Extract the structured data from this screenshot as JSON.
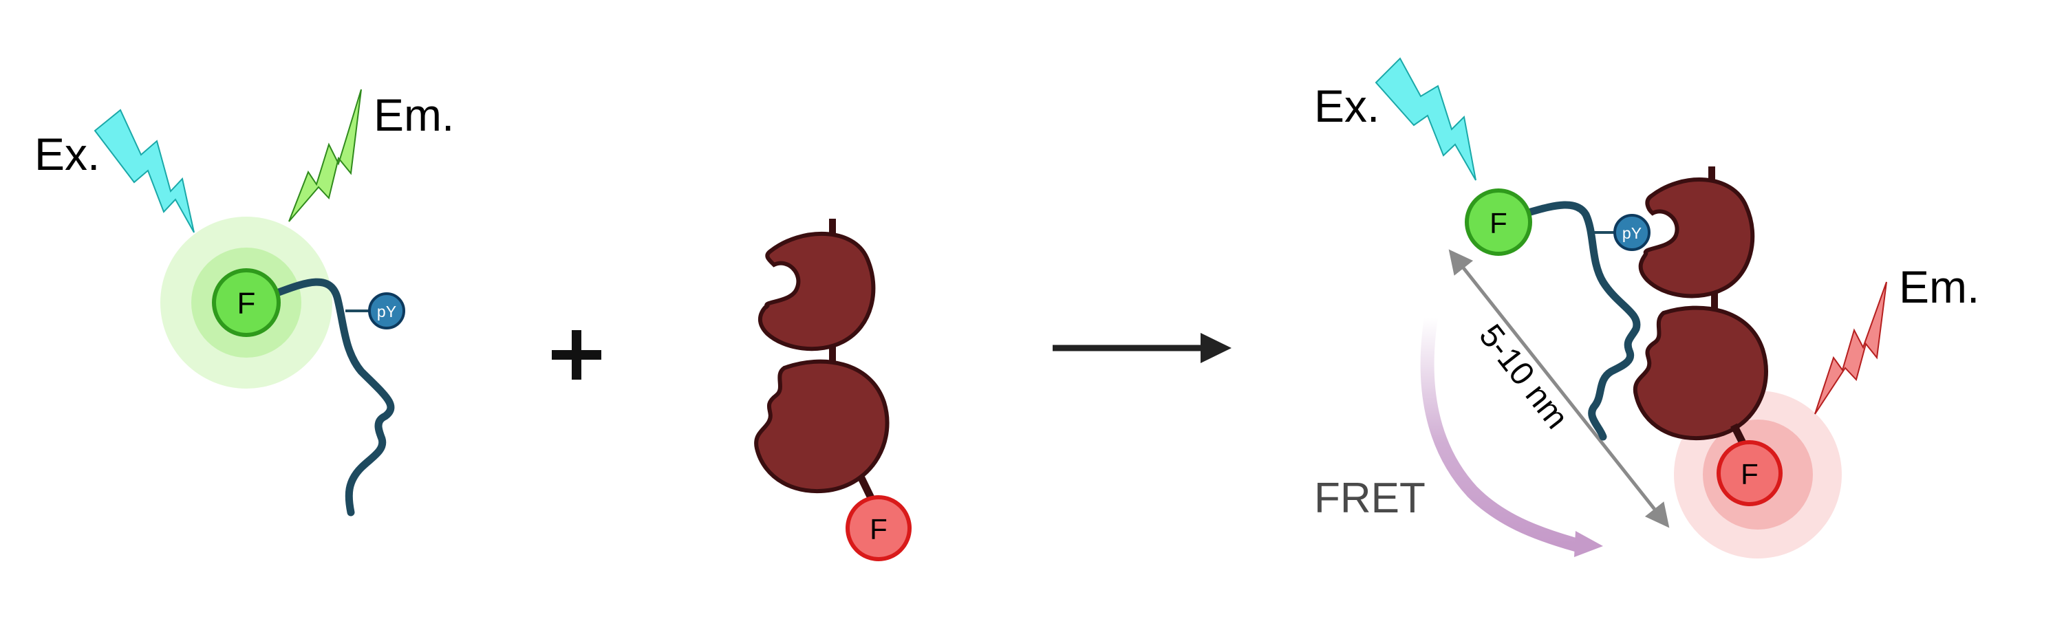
{
  "labels": {
    "ex_left": "Ex.",
    "em_left": "Em.",
    "ex_right": "Ex.",
    "em_right": "Em.",
    "fret": "FRET",
    "distance": "5-10 nm",
    "fluor_donor": "F",
    "fluor_acceptor": "F",
    "phospho": "pY"
  },
  "operators": {
    "plus": "+"
  },
  "colors": {
    "protein": "#7f2a2a",
    "protein_outline": "#3a0e10",
    "linker": "#1e4a5f",
    "donor": "#66e04c",
    "donor_glow": "#9ff07a",
    "acceptor": "#f27070",
    "acceptor_outline": "#d91a1a",
    "acceptor_glow": "#f7a6a6",
    "phospho": "#2e7fb0",
    "excitation_bolt": "#6ff0f0",
    "emission_bolt_green": "#a8f27a",
    "emission_bolt_red": "#f28a8a",
    "fret_arrow": "#c59ac9",
    "distance_arrow": "#8a8a8a",
    "reaction_arrow": "#333333"
  },
  "icons": [
    "lightning-bolt-icon",
    "plus-icon",
    "arrow-right-icon"
  ]
}
